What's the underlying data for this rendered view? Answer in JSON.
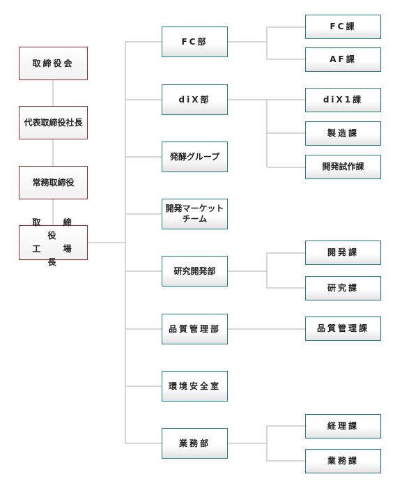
{
  "executives": [
    {
      "id": "board",
      "label": "取締役会"
    },
    {
      "id": "ceo",
      "label": "代表取締役社長"
    },
    {
      "id": "managing",
      "label": "常務取締役"
    },
    {
      "id": "factory",
      "label": "取 締 役\n工 場 長"
    }
  ],
  "departments": [
    {
      "id": "fc",
      "label": "FC部",
      "sections": [
        "FC課",
        "AF課"
      ]
    },
    {
      "id": "dix",
      "label": "diX部",
      "sections": [
        "diX1課",
        "製造課",
        "開発試作課"
      ]
    },
    {
      "id": "ferment",
      "label": "発酵グループ",
      "sections": []
    },
    {
      "id": "marketing",
      "label": "開発マーケット\nチーム",
      "sections": []
    },
    {
      "id": "rnd",
      "label": "研究開発部",
      "sections": [
        "開発課",
        "研究課"
      ]
    },
    {
      "id": "qa",
      "label": "品質管理部",
      "sections": [
        "品質管理課"
      ]
    },
    {
      "id": "env",
      "label": "環境安全室",
      "sections": []
    },
    {
      "id": "biz",
      "label": "業務部",
      "sections": [
        "経理課",
        "業務課"
      ]
    }
  ],
  "colors": {
    "executive_border": "#9e2a2a",
    "unit_border": "#1c7f86",
    "connector": "#c9c9c9"
  }
}
